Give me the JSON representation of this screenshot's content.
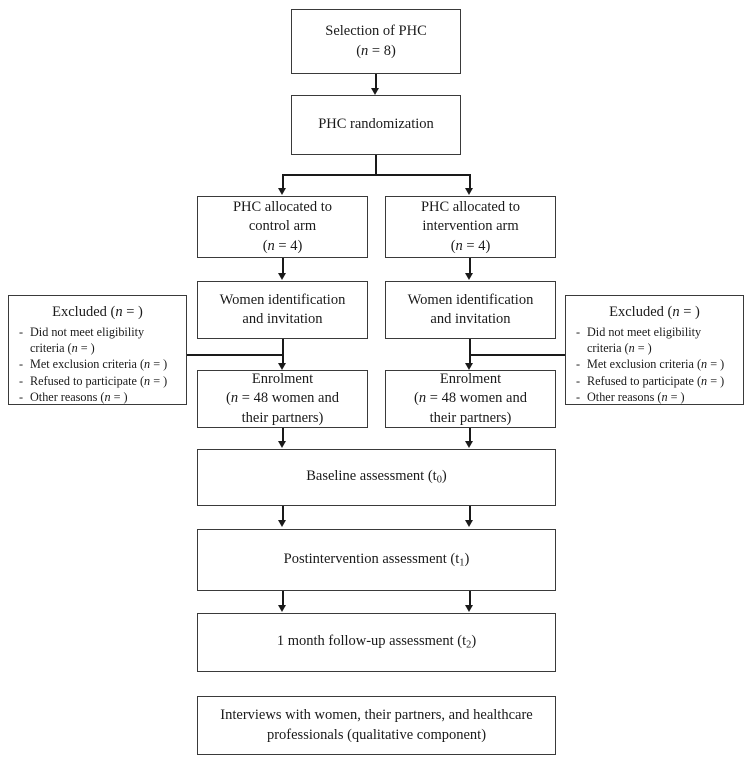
{
  "diagram": {
    "type": "flowchart",
    "title": "Study flow diagram",
    "nodes": {
      "selection": "Selection of PHC",
      "selection_n": "(n = 8)",
      "randomization": "PHC randomization",
      "alloc_control_l1": "PHC allocated to",
      "alloc_control_l2": "control arm",
      "alloc_control_n": "(n = 4)",
      "alloc_intervention_l1": "PHC allocated to",
      "alloc_intervention_l2": "intervention arm",
      "alloc_intervention_n": "(n = 4)",
      "identification_l1": "Women identification",
      "identification_l2": "and invitation",
      "enrolment_title": "Enrolment",
      "enrolment_l1": "(n = 48 women and",
      "enrolment_l2": "their partners)",
      "baseline": "Baseline assessment (t0)",
      "postintervention": "Postintervention assessment (t1)",
      "followup": "1 month follow-up assessment (t2)",
      "interviews_l1": "Interviews with women, their partners, and healthcare",
      "interviews_l2": "professionals (qualitative component)"
    },
    "excluded_box": {
      "title": "Excluded (n = )",
      "items": [
        "Did not meet eligibility criteria (n = )",
        "Met exclusion criteria (n = )",
        "Refused to participate (n = )",
        "Other reasons (n = )"
      ]
    },
    "colors": {
      "border": "#3a3a3a",
      "line": "#1a1a1a",
      "background": "#ffffff",
      "text": "#1a1a1a"
    }
  }
}
